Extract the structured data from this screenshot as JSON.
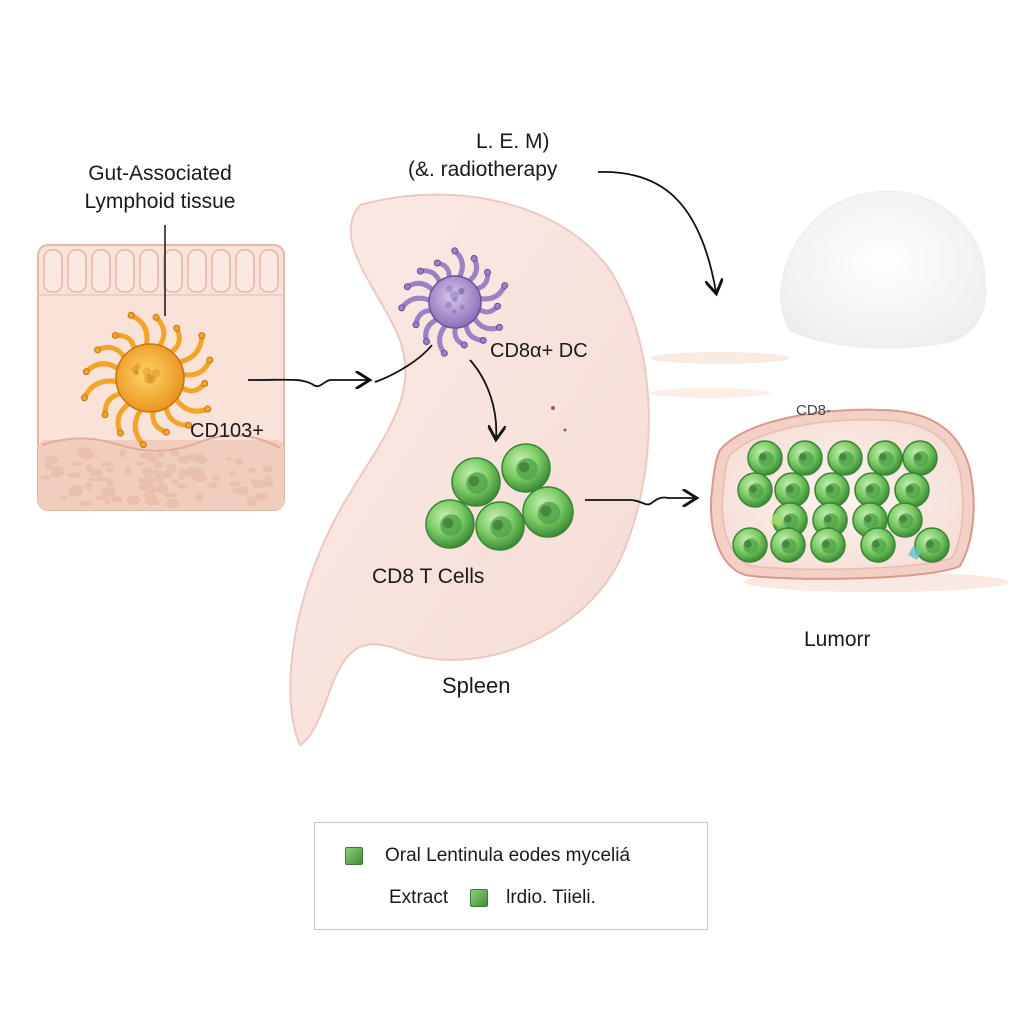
{
  "labels": {
    "gut_line1": "Gut-Associated",
    "gut_line2": "Lymphoid tissue",
    "cd103": "CD103+",
    "cd8a_dc": "CD8α+ DC",
    "cd8_t_cells": "CD8 T Cells",
    "spleen": "Spleen",
    "le_m": "L. E. M)",
    "radiotherapy": "(&. radiotherapy",
    "cd8_tag": "CD8-",
    "tumor": "Lumorr"
  },
  "legend": {
    "item1": "Oral Lentinula eodes myceliá",
    "item2_prefix": "Extract",
    "item2_suffix": "lrdio. Tiieli."
  },
  "colors": {
    "tissue": "#f7dcd2",
    "spleen": "#f8e4df",
    "dendritic_orange": "#f2a52a",
    "dendritic_purple": "#9b82c4",
    "t_cell_green": "#6cc25a",
    "tumor_rim": "#e7b7ad"
  }
}
